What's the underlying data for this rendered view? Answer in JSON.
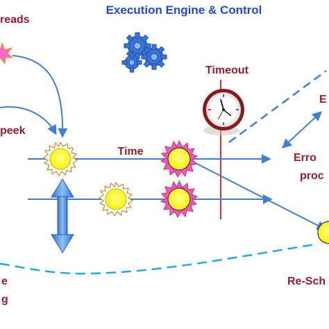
{
  "title": "Execution Engine & Control",
  "labels": {
    "threads": "reads",
    "peek": "peek",
    "time": "Time",
    "timeout": "Timeout",
    "error_line1": "Erro",
    "error_line2": "proc",
    "reschedule": "Re-Sch",
    "left_e": "e",
    "left_g": "g",
    "right_e": "E"
  },
  "colors": {
    "title": "#1f49d9",
    "label_red": "#9c1c2c",
    "arrow_blue": "#3d7fd6",
    "dashed_cyan": "#1fa8e6",
    "sun_yellow": "#fff500",
    "timeout_line": "#e8283c",
    "gear_blue": "#3b74d8"
  },
  "icons": [
    "gear-cluster-icon",
    "clock-icon",
    "sun-node-icon",
    "starburst-icon"
  ]
}
